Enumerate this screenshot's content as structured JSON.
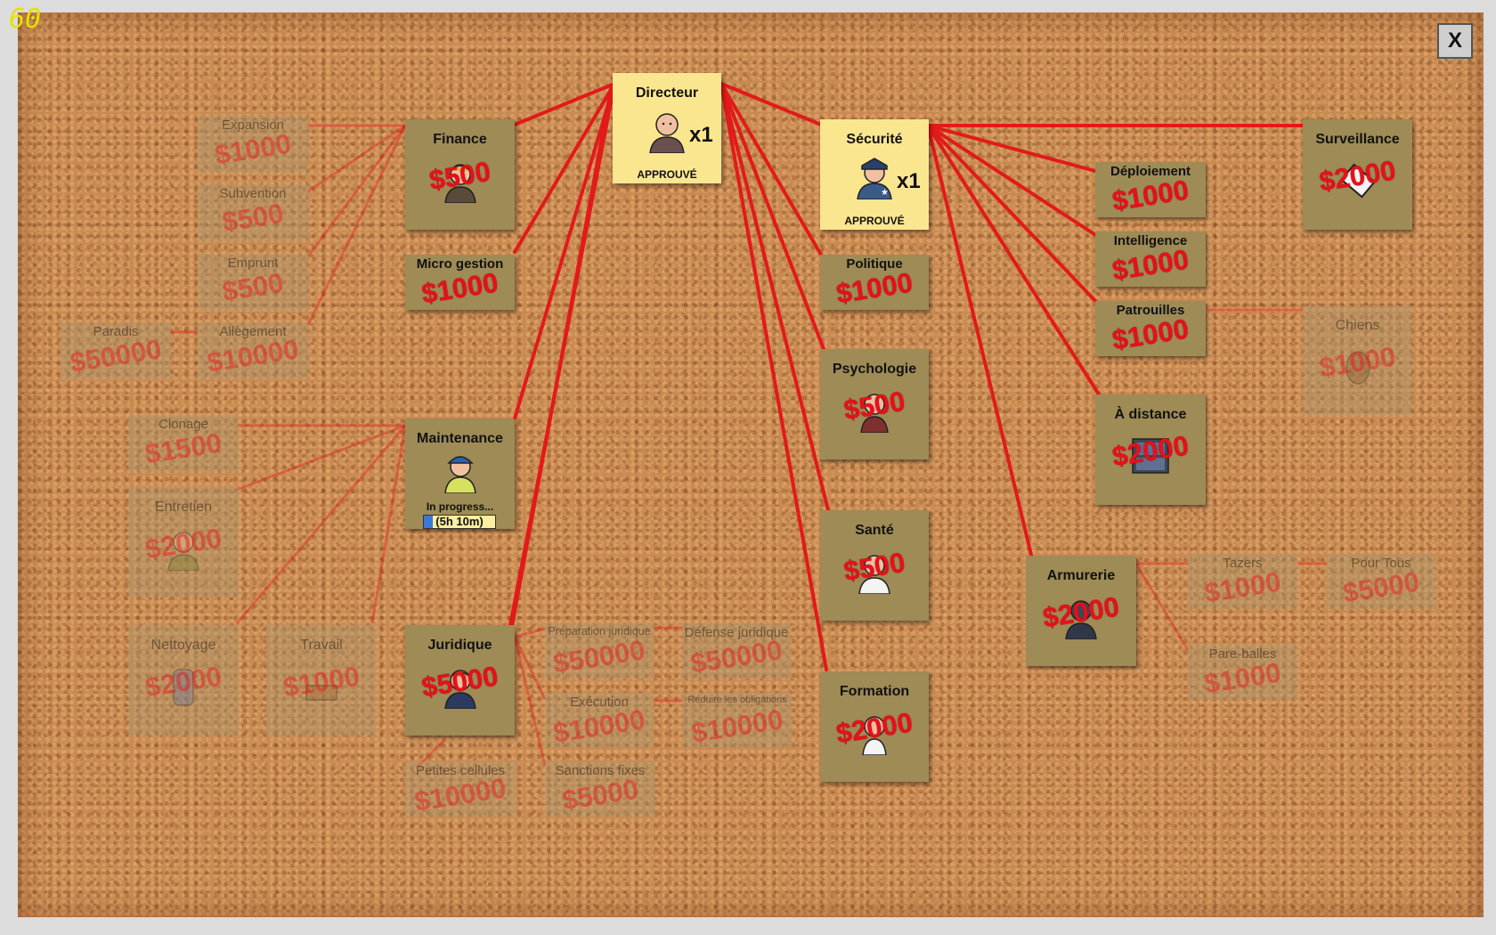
{
  "hud": {
    "fps": "60",
    "close_label": "X"
  },
  "colors": {
    "link": "#e21a1a",
    "price": "#e8101a",
    "approved_card": "#fbe690",
    "available_card": "#9e8b55"
  },
  "director": {
    "title": "Directeur",
    "count": "x1",
    "status": "APPROUVÉ",
    "icon": "bald-director-icon"
  },
  "security": {
    "title": "Sécurité",
    "count": "x1",
    "status": "APPROUVÉ",
    "icon": "police-chief-icon"
  },
  "finance": {
    "title": "Finance",
    "price": "$500",
    "icon": "accountant-icon"
  },
  "micro": {
    "title": "Micro gestion",
    "price": "$1000"
  },
  "maintenance": {
    "title": "Maintenance",
    "progress_label": "In progress...",
    "progress_time": "(5h 10m)",
    "progress_fraction": 0.12,
    "icon": "foreman-icon"
  },
  "juridique": {
    "title": "Juridique",
    "price": "$5000",
    "icon": "lawyer-icon"
  },
  "expansion": {
    "title": "Expansion",
    "price": "$1000"
  },
  "subvention": {
    "title": "Subvention",
    "price": "$500"
  },
  "emprunt": {
    "title": "Emprunt",
    "price": "$500"
  },
  "allegement": {
    "title": "Allègement",
    "price": "$10000"
  },
  "paradis": {
    "title": "Paradis",
    "price": "$50000"
  },
  "clonage": {
    "title": "Clonage",
    "price": "$1500"
  },
  "entretien": {
    "title": "Entretien",
    "price": "$2000",
    "icon": "janitor-icon"
  },
  "nettoyage": {
    "title": "Nettoyage",
    "price": "$2000",
    "icon": "cleaner-icon"
  },
  "travail": {
    "title": "Travail",
    "price": "$1000",
    "icon": "workbench-icon"
  },
  "preparation": {
    "title": "Préparation juridique",
    "price": "$50000"
  },
  "defense": {
    "title": "Défense juridique",
    "price": "$50000"
  },
  "execution": {
    "title": "Exécution",
    "price": "$10000"
  },
  "reduire": {
    "title": "Réduire les obligations",
    "price": "$10000"
  },
  "petites": {
    "title": "Petites cellules",
    "price": "$10000"
  },
  "sanctions": {
    "title": "Sanctions fixes",
    "price": "$5000"
  },
  "politique": {
    "title": "Politique",
    "price": "$1000"
  },
  "psychologie": {
    "title": "Psychologie",
    "price": "$500",
    "icon": "psychologist-icon"
  },
  "sante": {
    "title": "Santé",
    "price": "$500",
    "icon": "doctor-icon"
  },
  "formation": {
    "title": "Formation",
    "price": "$2000",
    "icon": "trainer-icon"
  },
  "deploiement": {
    "title": "Déploiement",
    "price": "$1000"
  },
  "intelligence": {
    "title": "Intelligence",
    "price": "$1000"
  },
  "patrouilles": {
    "title": "Patrouilles",
    "price": "$1000"
  },
  "distance": {
    "title": "À distance",
    "price": "$2000",
    "icon": "cctv-monitor-icon"
  },
  "surveillance": {
    "title": "Surveillance",
    "price": "$2000",
    "icon": "camera-icon"
  },
  "chiens": {
    "title": "Chiens",
    "price": "$1000",
    "icon": "dog-icon"
  },
  "armurerie": {
    "title": "Armurerie",
    "price": "$2000",
    "icon": "armed-guard-icon"
  },
  "tazers": {
    "title": "Tazers",
    "price": "$1000"
  },
  "pourtous": {
    "title": "Pour Tous",
    "price": "$5000"
  },
  "pareballes": {
    "title": "Pare-balles",
    "price": "$1000"
  }
}
